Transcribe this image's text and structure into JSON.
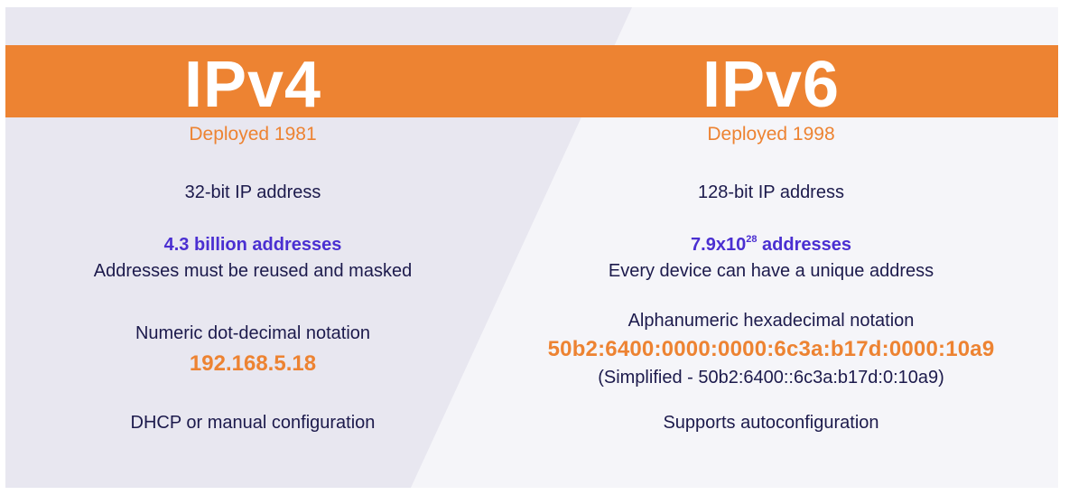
{
  "colors": {
    "banner": "#ed8332",
    "left_panel": "#e8e7f0",
    "right_panel": "#f5f5f9",
    "text_dark": "#1c1a4c",
    "accent_purple": "#4a2fd1",
    "accent_orange": "#ed8332"
  },
  "ipv4": {
    "title": "IPv4",
    "deployed": "Deployed 1981",
    "bits": "32-bit IP address",
    "address_count": "4.3 billion addresses",
    "address_note": "Addresses must be reused and masked",
    "notation": "Numeric dot-decimal notation",
    "example": "192.168.5.18",
    "configuration": "DHCP or manual configuration"
  },
  "ipv6": {
    "title": "IPv6",
    "deployed": "Deployed 1998",
    "bits": "128-bit IP address",
    "address_count_base": "7.9x10",
    "address_count_exp": "28",
    "address_count_suffix": " addresses",
    "address_note": "Every device can have a unique address",
    "notation": "Alphanumeric hexadecimal notation",
    "example": "50b2:6400:0000:0000:6c3a:b17d:0000:10a9",
    "example_simplified": "(Simplified - 50b2:6400::6c3a:b17d:0:10a9)",
    "configuration": "Supports autoconfiguration"
  }
}
